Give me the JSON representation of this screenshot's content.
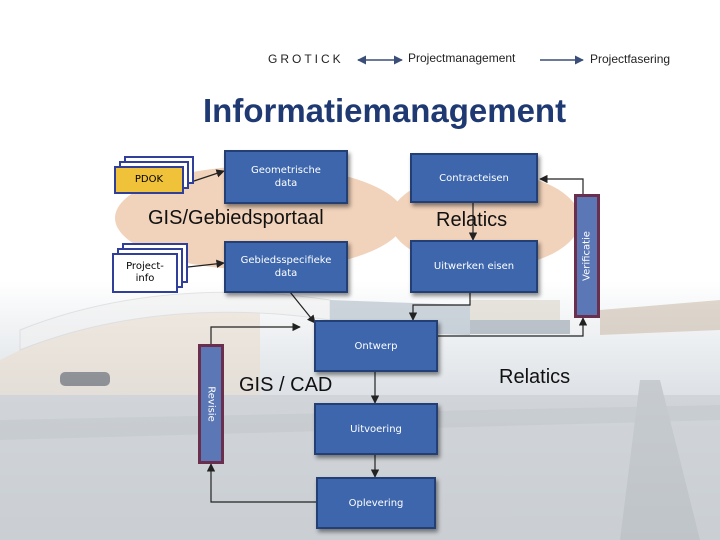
{
  "nav": {
    "grotick": "GROTICK",
    "projectmanagement": "Projectmanagement",
    "projectfasering": "Projectfasering"
  },
  "title": "Informatiemanagement",
  "sources": {
    "pdok": "PDOK",
    "project_info": "Project-\ninfo"
  },
  "boxes": {
    "geometrische_data": "Geometrische\ndata",
    "gebiedsspecifieke_data": "Gebiedsspecifieke\ndata",
    "contracteisen": "Contracteisen",
    "uitwerken_eisen": "Uitwerken eisen",
    "verificatie": "Verificatie",
    "revisie": "Revisie",
    "ontwerp": "Ontwerp",
    "uitvoering": "Uitvoering",
    "oplevering": "Oplevering"
  },
  "labels": {
    "gis_gebiedsportaal": "GIS/Gebiedsportaal",
    "relatics_top": "Relatics",
    "gis_cad": "GIS / CAD",
    "relatics_bottom": "Relatics"
  },
  "colors": {
    "box_fill": "#3d66ac",
    "box_border": "#233f73",
    "bar_border": "#6b2e4d",
    "ellipse_fill": "#f1d2ba",
    "title": "#1f3a72",
    "pdok_fill": "#f0c23a"
  }
}
